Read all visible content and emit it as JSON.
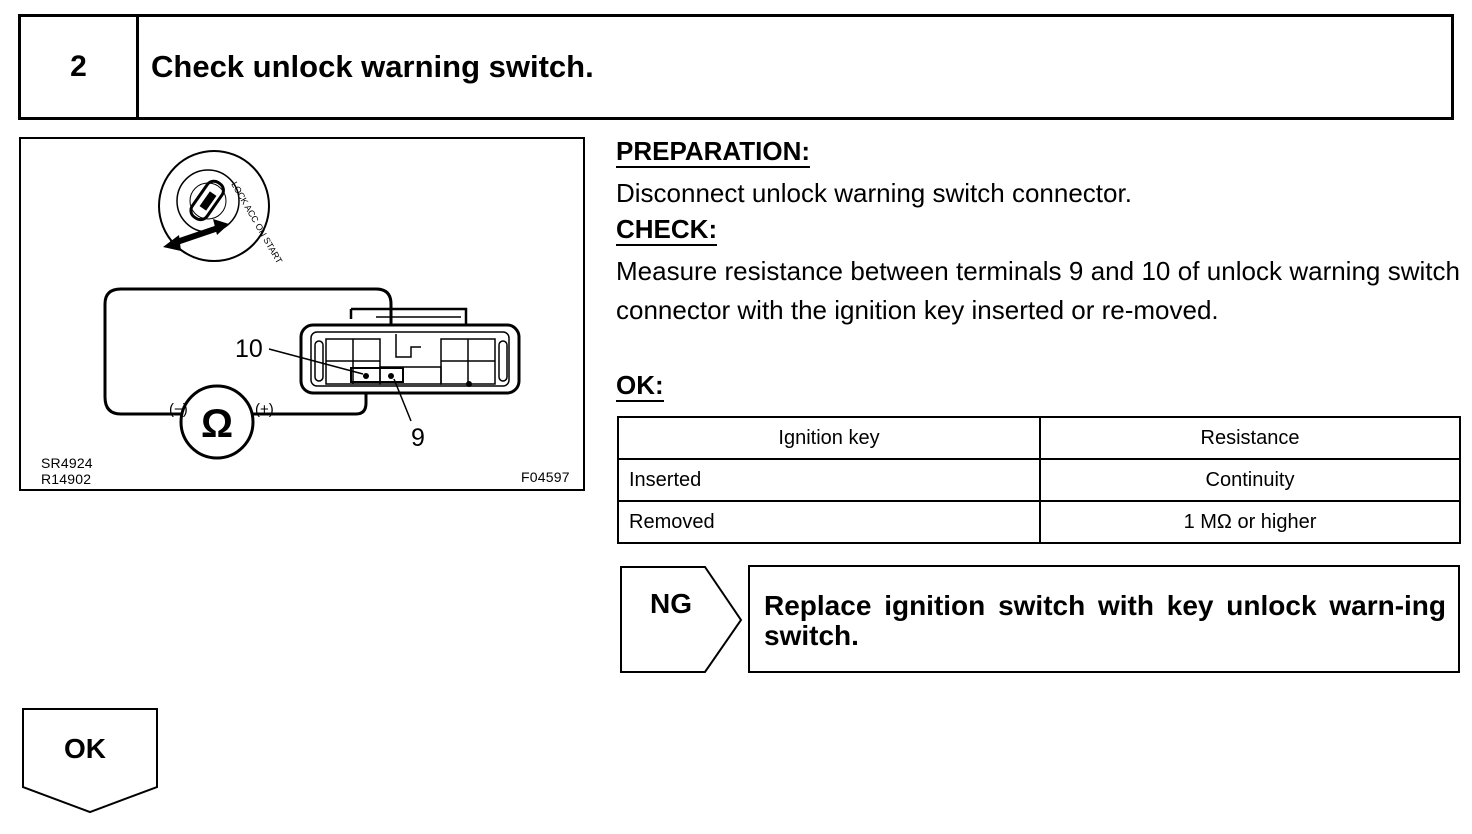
{
  "step": {
    "number": "2",
    "title": "Check unlock warning switch."
  },
  "figure": {
    "label_10": "10",
    "label_9": "9",
    "minus_label": "(−)",
    "plus_label": "(+)",
    "ohm_symbol": "Ω",
    "dial_text": "LOCK ACC ON START",
    "code_left_1": "SR4924",
    "code_left_2": "R14902",
    "code_right": "F04597"
  },
  "preparation": {
    "heading": "PREPARATION:",
    "text": "Disconnect unlock warning switch connector."
  },
  "check": {
    "heading": "CHECK:",
    "text": "Measure resistance between terminals 9 and 10 of unlock warning switch connector with the ignition key inserted or re-moved."
  },
  "ok_section": {
    "heading": "OK:"
  },
  "table": {
    "headers": [
      "Ignition key",
      "Resistance"
    ],
    "rows": [
      [
        "Inserted",
        "Continuity"
      ],
      [
        "Removed",
        "1 MΩ or higher"
      ]
    ]
  },
  "ng": {
    "label": "NG",
    "text": "Replace ignition switch with key unlock warn-ing switch."
  },
  "ok_tab": {
    "label": "OK"
  }
}
